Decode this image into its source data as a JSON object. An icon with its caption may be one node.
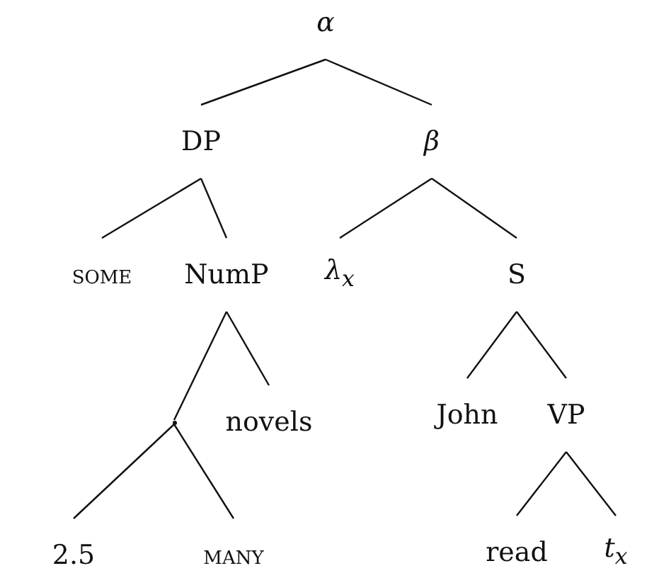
{
  "diagram": {
    "nodes": [
      {
        "text": [
          "α"
        ]
      },
      {
        "text": [
          "DP"
        ]
      },
      {
        "text": [
          "β"
        ]
      },
      {
        "text": [
          "some"
        ]
      },
      {
        "text": [
          "NumP"
        ]
      },
      {
        "text": [
          "λ$_{x}$"
        ]
      },
      {
        "text": [
          "S"
        ]
      },
      {
        "text": [],
        "shape": "point"
      },
      {
        "text": [
          "novels"
        ]
      },
      {
        "text": [
          "John"
        ]
      },
      {
        "text": [
          "VP"
        ]
      },
      {
        "text": [
          "2.5"
        ]
      },
      {
        "text": [
          "many"
        ]
      },
      {
        "text": [
          "read"
        ]
      },
      {
        "text": [
          "t$_{x}$"
        ]
      }
    ],
    "edges": [
      {
        "from": 0,
        "to": 1,
        "arrow": "none"
      },
      {
        "from": 0,
        "to": 2,
        "arrow": "none"
      },
      {
        "from": 1,
        "to": 3,
        "arrow": "none"
      },
      {
        "from": 1,
        "to": 4,
        "arrow": "none"
      },
      {
        "from": 2,
        "to": 5,
        "arrow": "none"
      },
      {
        "from": 2,
        "to": 6,
        "arrow": "none"
      },
      {
        "from": 4,
        "to": 7,
        "arrow": "none"
      },
      {
        "from": 4,
        "to": 8,
        "arrow": "none"
      },
      {
        "from": 6,
        "to": 9,
        "arrow": "none"
      },
      {
        "from": 6,
        "to": 10,
        "arrow": "none"
      },
      {
        "from": 7,
        "to": 11,
        "arrow": "none"
      },
      {
        "from": 7,
        "to": 12,
        "arrow": "none"
      },
      {
        "from": 10,
        "to": 13,
        "arrow": "none"
      },
      {
        "from": 10,
        "to": 14,
        "arrow": "none"
      }
    ]
  }
}
